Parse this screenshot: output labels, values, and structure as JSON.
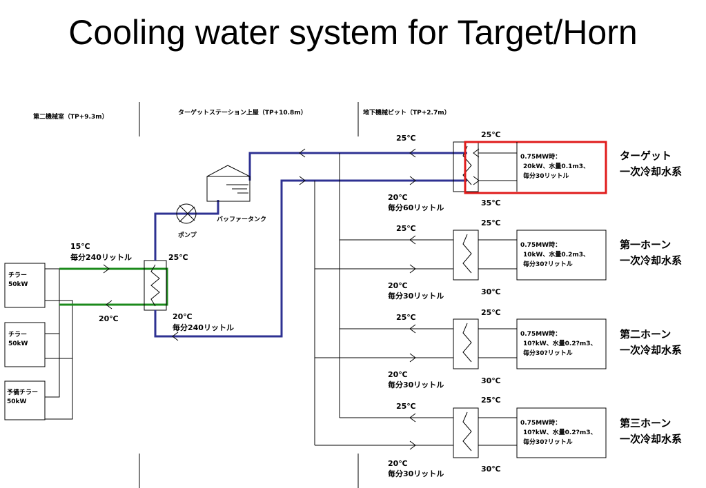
{
  "title": "Cooling water system for Target/Horn",
  "sections": {
    "left": "第二機械室（TP+9.3m）",
    "center": "ターゲットステーション上屋（TP+10.8m）",
    "right": "地下機械ピット（TP+2.7m）"
  },
  "chillers": [
    {
      "line1": "チラー",
      "line2": "50kW"
    },
    {
      "line1": "チラー",
      "line2": "50kW"
    },
    {
      "line1": "予備チラー",
      "line2": "50kW"
    }
  ],
  "secondary": {
    "supply_temp": "15℃",
    "supply_flow": "毎分240リットル",
    "hx_out_temp": "25℃",
    "return_temp_left": "20℃",
    "return_temp": "20℃",
    "return_flow": "毎分240リットル",
    "pump": "ポンプ",
    "buffer_tank": "バッファータンク"
  },
  "loops": [
    {
      "hot_temp": "25℃",
      "out_temp": "25℃",
      "return_temp": "20℃",
      "return_flow": "毎分60リットル",
      "in_temp": "35℃",
      "box_line1": "0.75MW時：",
      "box_line2": "20kW、水量0.1m3、",
      "box_line3": "毎分30リットル",
      "name_line1": "ターゲット",
      "name_line2": "一次冷却水系"
    },
    {
      "hot_temp": "25℃",
      "out_temp": "25℃",
      "return_temp": "20℃",
      "return_flow": "毎分30リットル",
      "in_temp": "30℃",
      "box_line1": "0.75MW時：",
      "box_line2": "10kW、水量0.2m3、",
      "box_line3": "毎分30?リットル",
      "name_line1": "第一ホーン",
      "name_line2": "一次冷却水系"
    },
    {
      "hot_temp": "25℃",
      "out_temp": "25℃",
      "return_temp": "20℃",
      "return_flow": "毎分30リットル",
      "in_temp": "30℃",
      "box_line1": "0.75MW時：",
      "box_line2": "10?kW、水量0.2?m3、",
      "box_line3": "毎分30?リットル",
      "name_line1": "第二ホーン",
      "name_line2": "一次冷却水系"
    },
    {
      "hot_temp": "25℃",
      "out_temp": "25℃",
      "return_temp": "20℃",
      "return_flow": "毎分30リットル",
      "in_temp": "30℃",
      "box_line1": "0.75MW時：",
      "box_line2": "10?kW、水量0.2?m3、",
      "box_line3": "毎分30?リットル",
      "name_line1": "第三ホーン",
      "name_line2": "一次冷却水系"
    }
  ],
  "colors": {
    "blue_pipe": "#2e3192",
    "green_pipe": "#1b8a1b",
    "highlight": "#e01b1b"
  }
}
